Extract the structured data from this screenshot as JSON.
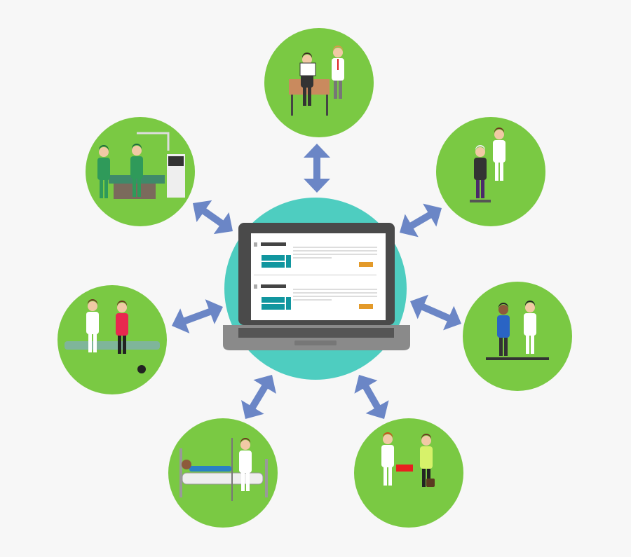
{
  "colors": {
    "background": "#f7f7f7",
    "hub": "#4ecdc0",
    "node": "#7ac943",
    "arrow": "#6b86c6",
    "laptop_body": "#8a8a8a",
    "laptop_bezel": "#4a4a4a",
    "screen_button": "#11969f",
    "screen_action": "#e39a2a"
  },
  "hub": {
    "icon": "laptop-icon"
  },
  "nodes": [
    {
      "id": "office",
      "icon": "office-desk-icon"
    },
    {
      "id": "surgery",
      "icon": "operating-room-icon"
    },
    {
      "id": "eye-exam",
      "icon": "eye-exam-icon"
    },
    {
      "id": "exam-bed",
      "icon": "examination-bed-icon"
    },
    {
      "id": "consultation",
      "icon": "consultation-icon"
    },
    {
      "id": "hospital-bed",
      "icon": "hospital-bed-icon"
    },
    {
      "id": "handover",
      "icon": "document-handover-icon"
    }
  ]
}
